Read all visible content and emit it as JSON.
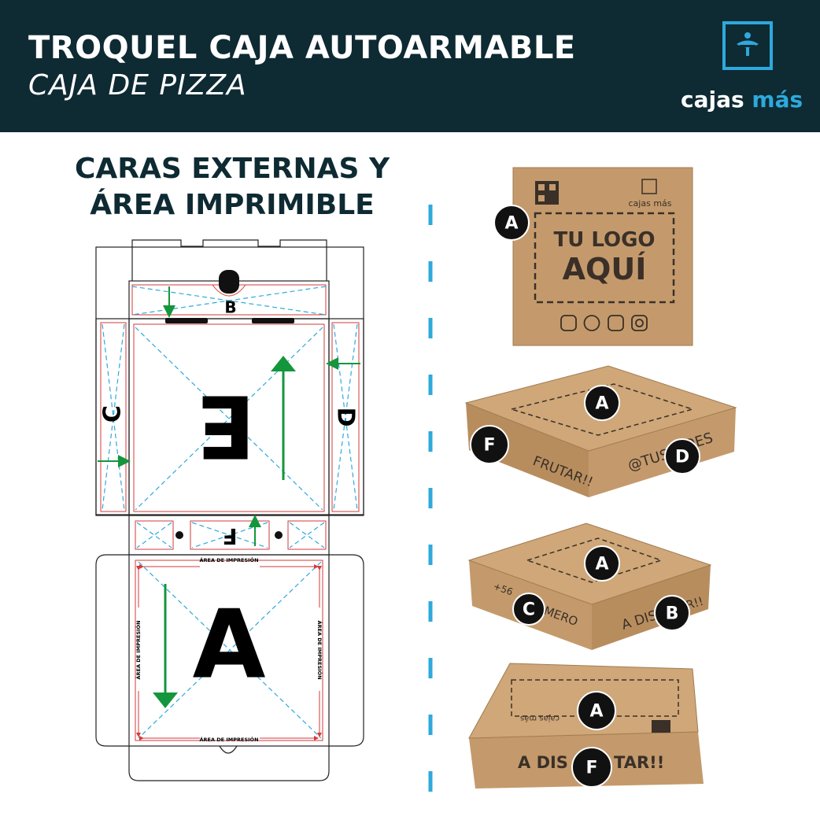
{
  "header": {
    "title": "TROQUEL CAJA AUTOARMABLE",
    "subtitle": "CAJA DE PIZZA",
    "brand_name": "cajas",
    "brand_accent": "más",
    "background_color": "#0e2a33",
    "accent_color": "#2ea9dc"
  },
  "section": {
    "title_line1": "CARAS EXTERNAS Y",
    "title_line2": "ÁREA IMPRIMIBLE"
  },
  "dieline": {
    "face_labels": {
      "a": "A",
      "b": "B",
      "c": "C",
      "d": "D",
      "e": "E",
      "f": "F"
    },
    "print_area_label": "ÁREA DE IMPRESIÓN"
  },
  "mockups": {
    "logo_line1": "TU LOGO",
    "logo_line2": "AQUÍ",
    "small_brand": "cajas más",
    "slogan_full": "A DISFRUTAR!!",
    "slogan_frag_1": "FRUTAR!!",
    "slogan_frag_2": "A DIS",
    "slogan_frag_3": "TAR!!",
    "slogan_frag_4": "A DIS",
    "slogan_frag_5": "TAR!!",
    "social_frag": "@TUS",
    "social_frag_2": "DES",
    "phone_frag": "+56 ",
    "phone_frag_2": "MERO",
    "kraft_color": "#c49a6c"
  }
}
